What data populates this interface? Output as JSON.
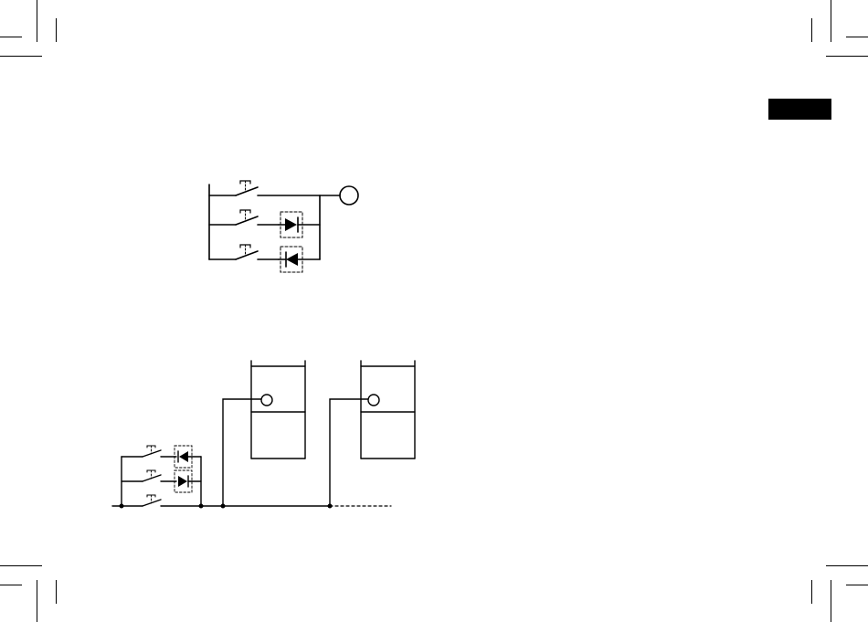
{
  "colors": {
    "ink": "#000000",
    "paper": "#ffffff",
    "tab": "#000000"
  },
  "icons": {
    "crop_marks": "crop-mark-icon",
    "switch": "push-button-switch-icon",
    "diode": "diode-icon",
    "lamp": "lamp-icon"
  },
  "diagram_top": {
    "switch_count": 3,
    "diode_count": 2,
    "lamp_count": 1
  },
  "diagram_bottom": {
    "switch_count": 3,
    "diode_count": 2,
    "panel_count": 2,
    "lamp_count": 2
  }
}
